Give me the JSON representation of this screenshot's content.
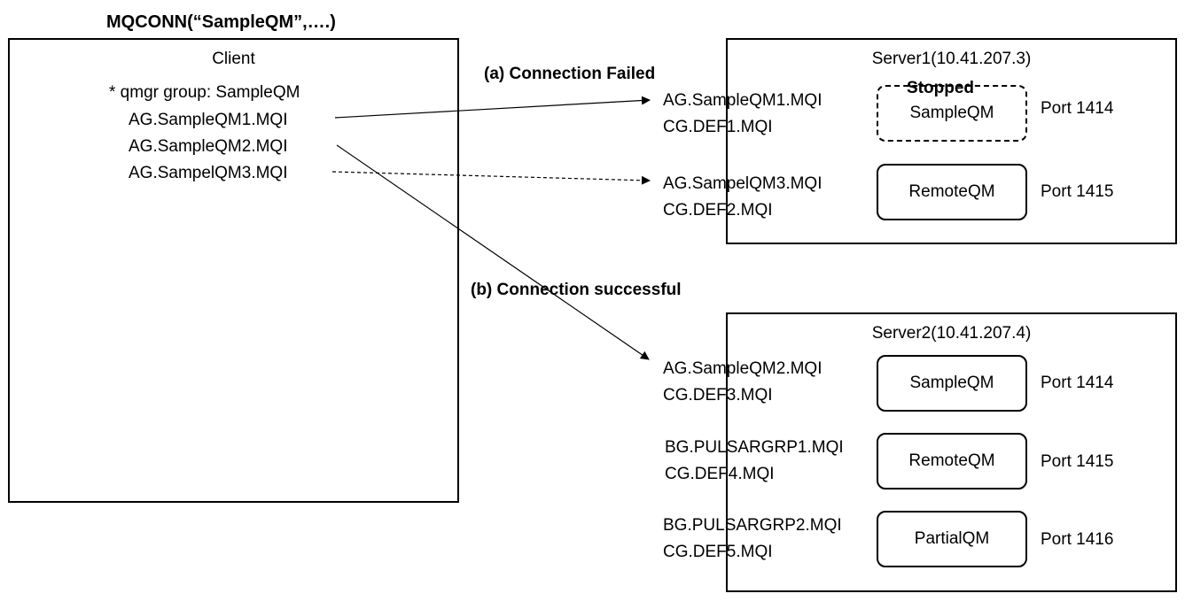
{
  "title": "MQCONN(“SampleQM”,….)",
  "client": {
    "label": "Client",
    "group_line": "* qmgr group: SampleQM",
    "entries": [
      "AG.SampleQM1.MQI",
      "AG.SampleQM2.MQI",
      "AG.SampelQM3.MQI"
    ]
  },
  "annotations": {
    "failed": "(a) Connection Failed",
    "success": "(b) Connection successful"
  },
  "server1": {
    "label": "Server1(10.41.207.3)",
    "rows": [
      {
        "line1": "AG.SampleQM1.MQI",
        "line2": "CG.DEF1.MQI",
        "qm": "SampleQM",
        "state": "Stopped",
        "port": "Port 1414"
      },
      {
        "line1": "AG.SampelQM3.MQI",
        "line2": "CG.DEF2.MQI",
        "qm": "RemoteQM",
        "port": "Port 1415"
      }
    ]
  },
  "server2": {
    "label": "Server2(10.41.207.4)",
    "rows": [
      {
        "line1": "AG.SampleQM2.MQI",
        "line2": "CG.DEF3.MQI",
        "qm": "SampleQM",
        "port": "Port 1414"
      },
      {
        "line1": "BG.PULSARGRP1.MQI",
        "line2": "CG.DEF4.MQI",
        "qm": "RemoteQM",
        "port": "Port 1415"
      },
      {
        "line1": "BG.PULSARGRP2.MQI",
        "line2": "CG.DEF5.MQI",
        "qm": "PartialQM",
        "port": "Port 1416"
      }
    ]
  }
}
